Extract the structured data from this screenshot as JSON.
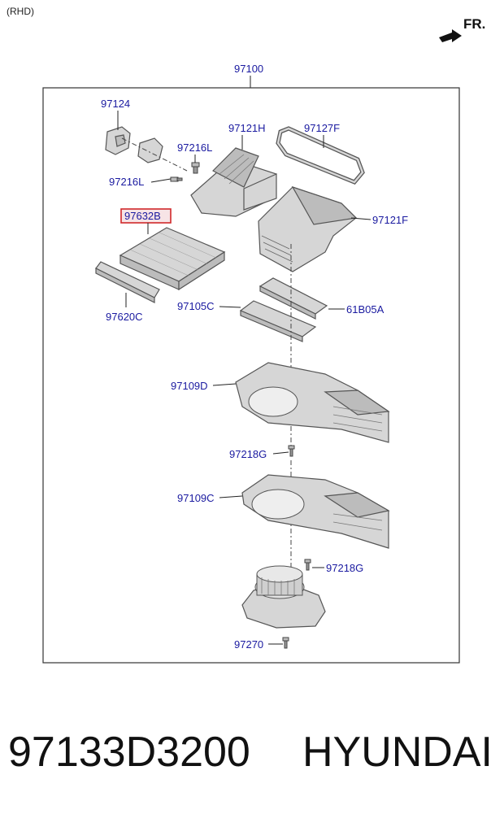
{
  "variant": "(RHD)",
  "direction": "FR.",
  "assembly_label": "97100",
  "labels": {
    "l97124": "97124",
    "l97121H": "97121H",
    "l97127F": "97127F",
    "l97216L_a": "97216L",
    "l97216L_b": "97216L",
    "l97632B": "97632B",
    "l97121F": "97121F",
    "l97620C": "97620C",
    "l97105C": "97105C",
    "l61B05A": "61B05A",
    "l97109D": "97109D",
    "l97218G_a": "97218G",
    "l97109C": "97109C",
    "l97218G_b": "97218G",
    "l97270": "97270"
  },
  "highlight_color": "#d0282a",
  "label_color": "#1a1aa0",
  "footer": {
    "part_number": "97133D3200",
    "brand": "HYUNDAI"
  }
}
